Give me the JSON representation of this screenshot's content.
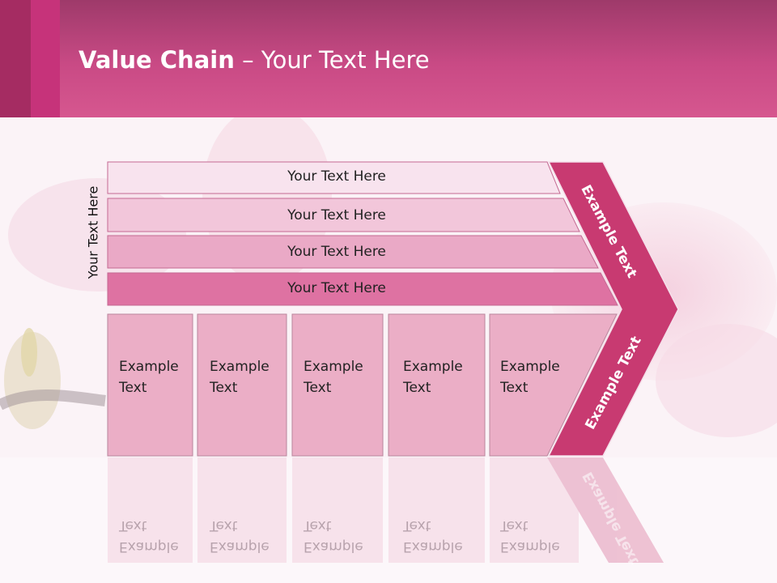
{
  "slide": {
    "title_bold": "Value Chain",
    "title_rest": " – Your Text Here"
  },
  "diagram": {
    "vertical_label": "Your Text Here",
    "rows": [
      {
        "label": "Your Text Here",
        "color": "#f8e3ee"
      },
      {
        "label": "Your Text Here",
        "color": "#f2c6da"
      },
      {
        "label": "Your Text Here",
        "color": "#eaa9c6"
      },
      {
        "label": "Your Text Here",
        "color": "#de72a2"
      }
    ],
    "boxes": [
      {
        "line1": "Example",
        "line2": "Text"
      },
      {
        "line1": "Example",
        "line2": "Text"
      },
      {
        "line1": "Example",
        "line2": "Text"
      },
      {
        "line1": "Example",
        "line2": "Text"
      },
      {
        "line1": "Example",
        "line2": "Text"
      }
    ],
    "arrow_top_label": "Example Text",
    "arrow_bottom_label": "Example Text",
    "arrow_reflection_label": "Example Text",
    "colors": {
      "arrow": "#c83a71",
      "box": "#ebaec6",
      "header": "#c94a85"
    }
  }
}
